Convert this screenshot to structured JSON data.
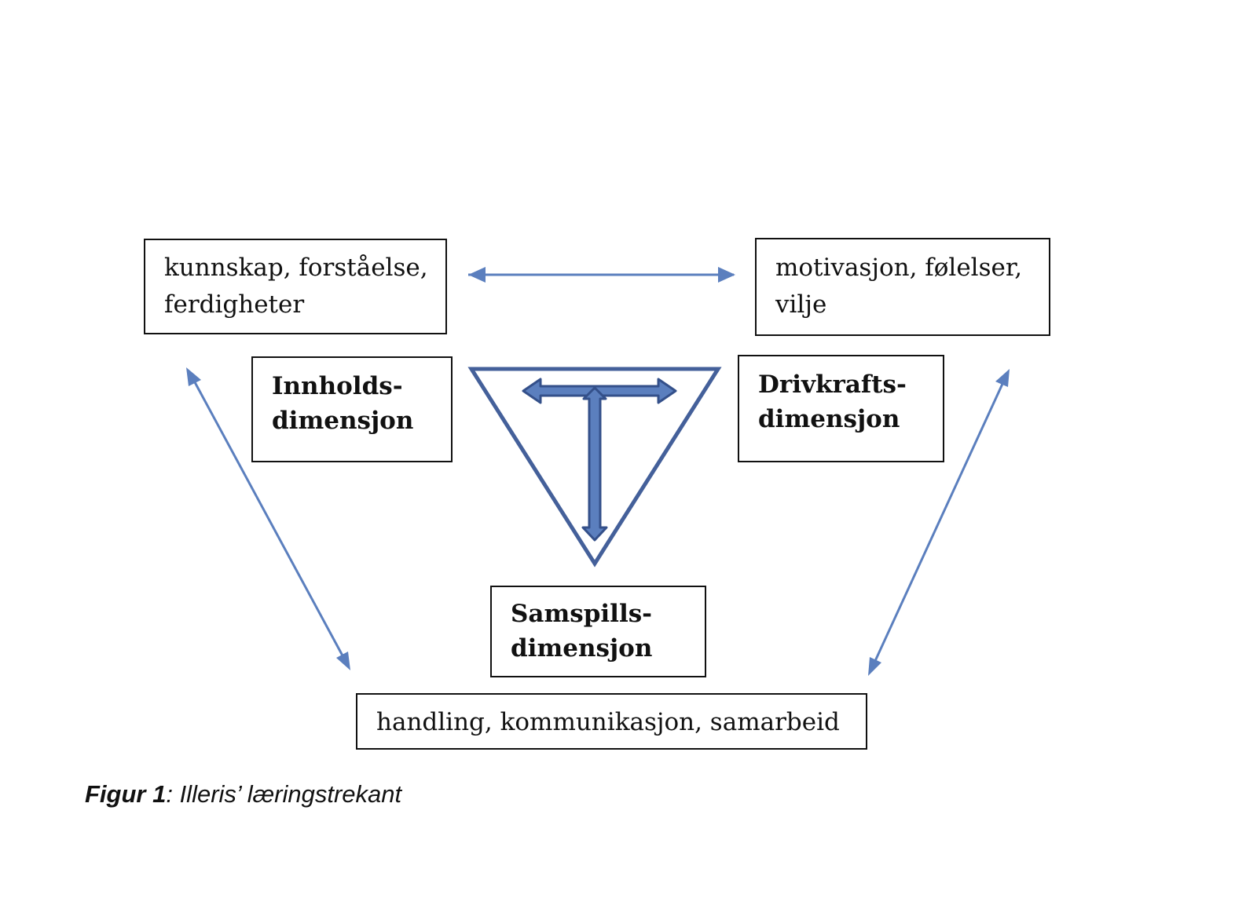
{
  "boxes": {
    "content_keywords": "kunnskap, forståelse,\nferdigheter",
    "drive_keywords": "motivasjon, følelser,\nvilje",
    "content_dimension": "Innholds-\ndimensjon",
    "drive_dimension": "Drivkrafts-\ndimensjon",
    "interaction_dimension": "Samspills-\ndimensjon",
    "interaction_keywords": "handling, kommunikasjon, samarbeid"
  },
  "caption": {
    "label": "Figur 1",
    "text": ": Illeris’ læringstrekant"
  },
  "colors": {
    "arrow": "#5b7fbe",
    "triangle": "#44609a",
    "t_arrow_fill": "#5b7fbe",
    "t_arrow_stroke": "#34508a",
    "box_border": "#111111"
  }
}
